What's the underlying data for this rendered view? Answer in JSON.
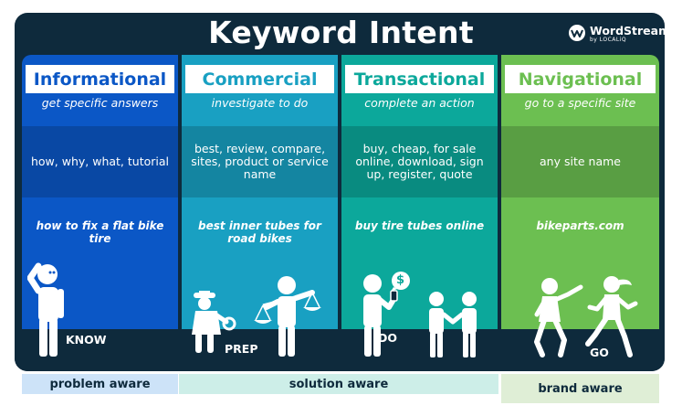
{
  "title": "Keyword Intent",
  "brand": {
    "name": "WordStream",
    "sub": "by LOCALiQ"
  },
  "columns": [
    {
      "heading": "Informational",
      "subtitle": "get specific answers",
      "keywords": "how, why, what, tutorial",
      "example": "how to fix a flat bike tire",
      "action": "KNOW"
    },
    {
      "heading": "Commercial",
      "subtitle": "investigate to do",
      "keywords": "best, review, compare, sites, product or service name",
      "example": "best inner tubes for road bikes",
      "action": "PREP"
    },
    {
      "heading": "Transactional",
      "subtitle": "complete an action",
      "keywords": "buy, cheap, for sale online, download, sign up, register, quote",
      "example": "buy tire tubes online",
      "action": "DO",
      "price_symbol": "$"
    },
    {
      "heading": "Navigational",
      "subtitle": "go to a specific site",
      "keywords": "any site name",
      "example": "bikeparts.com",
      "action": "GO"
    }
  ],
  "awareness": {
    "problem": "problem aware",
    "solution": "solution aware",
    "brand": "brand aware"
  },
  "colors": {
    "navy": "#0e2a3c",
    "informational": "#0b57c6",
    "commercial": "#19a0c2",
    "transactional": "#0ca89b",
    "navigational": "#6cbf51"
  },
  "icons": [
    "wordstream-logo-icon",
    "thinking-person-icon",
    "magnifier-person-icon",
    "scale-person-icon",
    "phone-person-icon",
    "dollar-bubble-icon",
    "handshake-icon",
    "pointing-person-icon",
    "running-person-icon"
  ]
}
